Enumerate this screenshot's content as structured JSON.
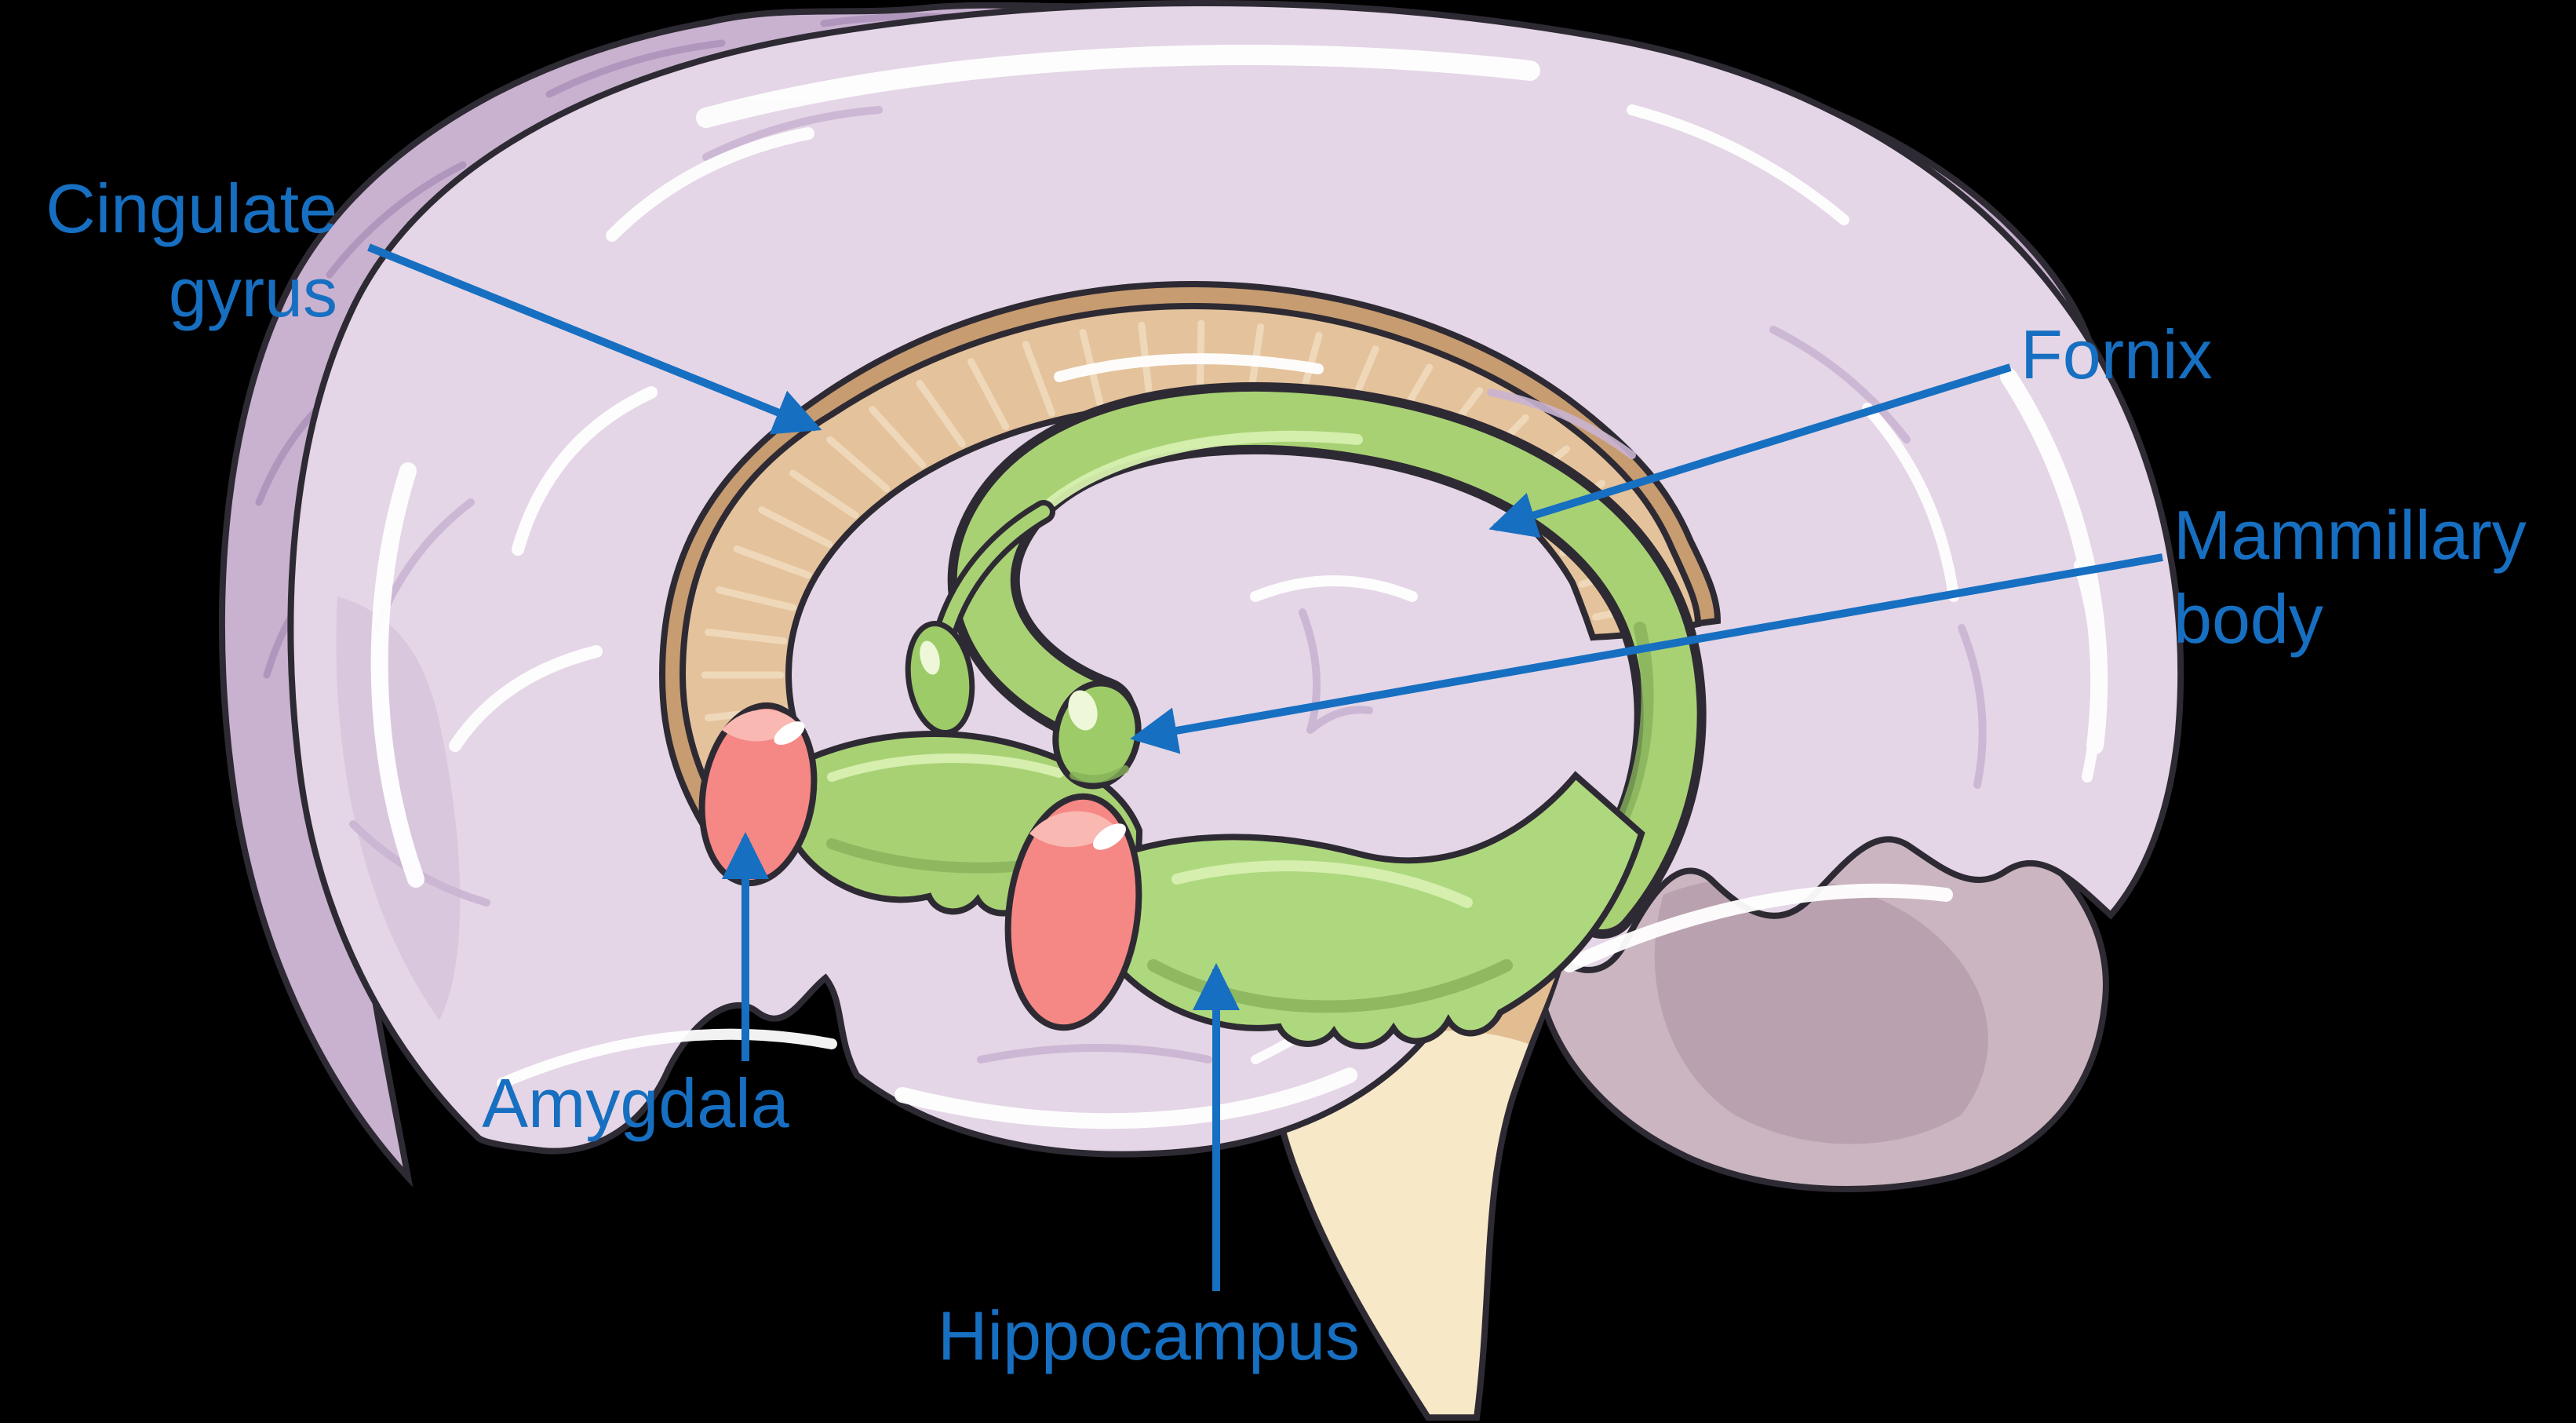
{
  "labels": {
    "cingulate_gyrus": {
      "line1": "Cingulate",
      "line2": "gyrus"
    },
    "fornix": {
      "text": "Fornix"
    },
    "mammillary_body": {
      "line1": "Mammillary",
      "line2": "body"
    },
    "amygdala": {
      "text": "Amygdala"
    },
    "hippocampus": {
      "text": "Hippocampus"
    }
  },
  "colors": {
    "background": "#000000",
    "label_blue": "#176fc1",
    "outline": "#2e2a33",
    "cortex": "#e4d6e6",
    "cortex_shade": "#d6c3da",
    "far_hemisphere": "#c9b2d0",
    "rim_line": "#ab90ba",
    "cerebellum": "#cbb5c1",
    "cerebellum_shadow": "#b79fad",
    "brainstem": "#f7e9c8",
    "brainstem_tan": "#e2bd92",
    "corpus_callosum_fill": "#e4c29b",
    "corpus_callosum_rim": "#c79c70",
    "corpus_callosum_striation": "#f2ddc0",
    "limbic_green": "#a8d174",
    "hippocampus_green": "#aed87e",
    "mammillary_green": "#9ccb67",
    "limbic_green_light": "#d6efae",
    "limbic_green_dark": "#86b25a",
    "amygdala_pink": "#f58885",
    "amygdala_highlight": "#f9b8b2",
    "sulci_white": "#ffffff",
    "sulci_purple": "#c9b4d2"
  }
}
